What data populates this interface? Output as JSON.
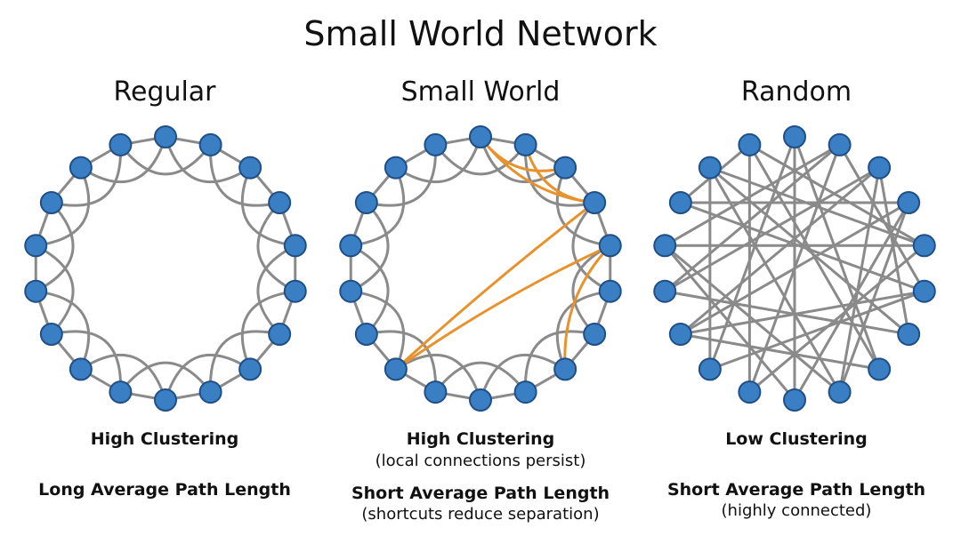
{
  "title": "Small World Network",
  "colors": {
    "node_fill": "#3a7fc4",
    "node_stroke": "#1f4f86",
    "edge": "#8a8a8a",
    "shortcut": "#e8922e"
  },
  "panels": [
    {
      "id": "regular",
      "label": "Regular",
      "caption_1": "High Clustering",
      "caption_1_sub": "",
      "caption_2": "Long Average Path Length",
      "caption_2_sub": "",
      "node_count": 18,
      "ring": true,
      "neighbor_arcs": true,
      "removed_ring_edges": [],
      "shortcuts": [],
      "random_edges": []
    },
    {
      "id": "small-world",
      "label": "Small World",
      "caption_1": "High Clustering",
      "caption_1_sub": "(local connections persist)",
      "caption_2": "Short Average Path Length",
      "caption_2_sub": "(shortcuts reduce separation)",
      "node_count": 18,
      "ring": true,
      "neighbor_arcs": true,
      "removed_ring_edges": [],
      "shortcuts": [
        [
          0,
          3
        ],
        [
          1,
          3
        ],
        [
          3,
          11
        ],
        [
          4,
          11
        ],
        [
          4,
          7
        ],
        [
          0,
          2
        ]
      ],
      "random_edges": []
    },
    {
      "id": "random",
      "label": "Random",
      "caption_1": "Low Clustering",
      "caption_1_sub": "",
      "caption_2": "Short Average Path Length",
      "caption_2_sub": "(highly connected)",
      "node_count": 18,
      "ring": false,
      "neighbor_arcs": false,
      "removed_ring_edges": [],
      "shortcuts": [],
      "random_edges": [
        [
          0,
          9
        ],
        [
          0,
          7
        ],
        [
          0,
          11
        ],
        [
          1,
          10
        ],
        [
          1,
          14
        ],
        [
          1,
          5
        ],
        [
          2,
          13
        ],
        [
          2,
          8
        ],
        [
          2,
          12
        ],
        [
          3,
          12
        ],
        [
          3,
          15
        ],
        [
          3,
          8
        ],
        [
          4,
          14
        ],
        [
          4,
          10
        ],
        [
          4,
          16
        ],
        [
          5,
          15
        ],
        [
          5,
          11
        ],
        [
          6,
          16
        ],
        [
          6,
          13
        ],
        [
          6,
          2
        ],
        [
          7,
          17
        ],
        [
          7,
          12
        ],
        [
          8,
          16
        ],
        [
          9,
          3
        ],
        [
          9,
          14
        ],
        [
          10,
          17
        ],
        [
          11,
          16
        ],
        [
          13,
          1
        ],
        [
          15,
          17
        ],
        [
          17,
          4
        ],
        [
          12,
          5
        ],
        [
          14,
          8
        ]
      ]
    }
  ]
}
